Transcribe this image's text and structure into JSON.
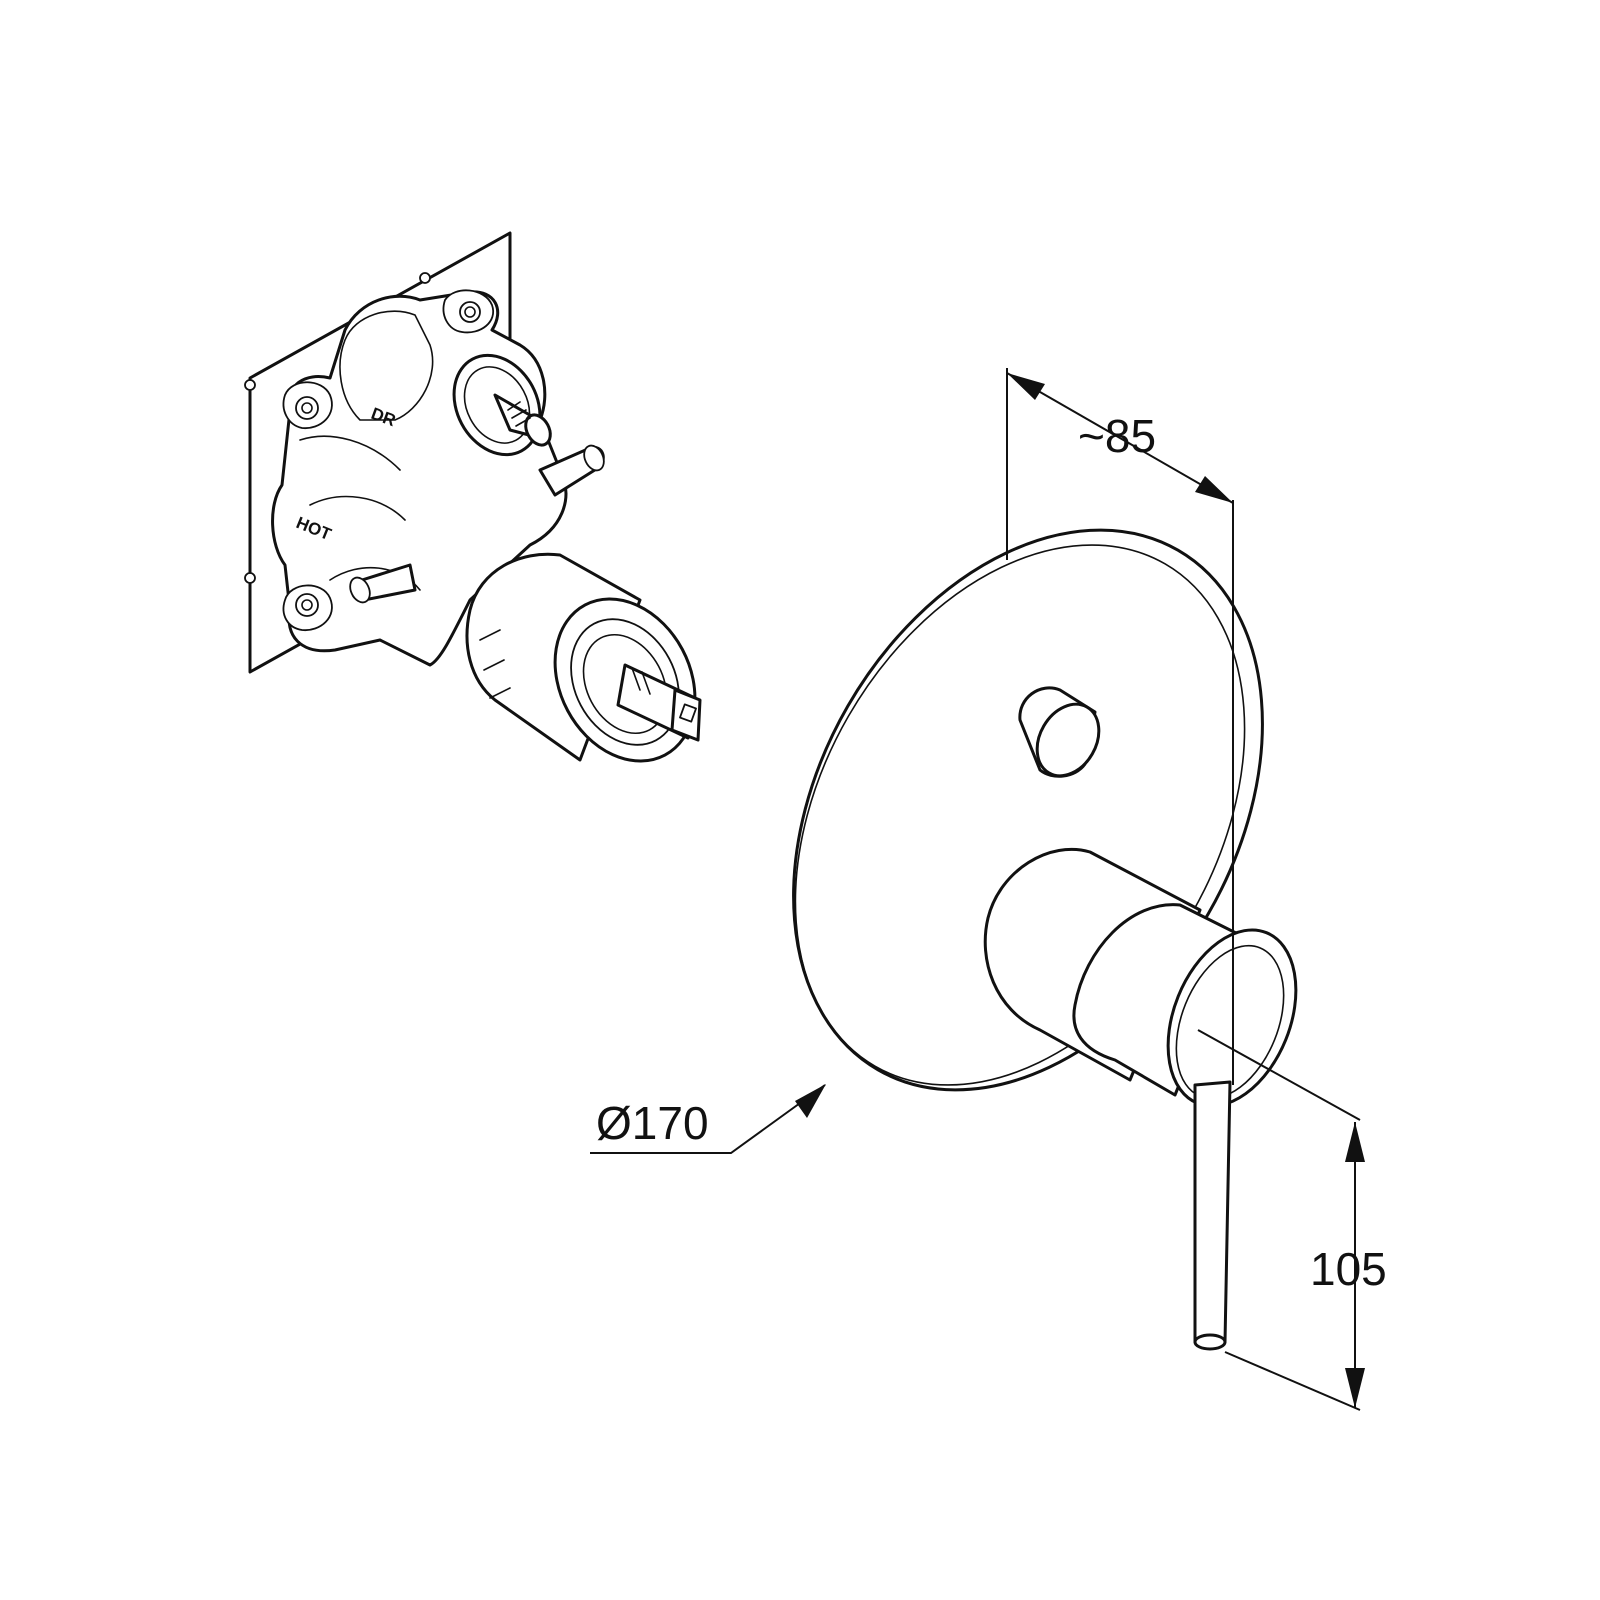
{
  "dimensions": {
    "depth_label": "~85",
    "diameter_label": "Ø170",
    "lever_height_label": "105"
  },
  "body_markings": {
    "outlet_label": "DR",
    "inlet_label": "HOT"
  },
  "colors": {
    "line": "#111111",
    "background": "#ffffff"
  }
}
